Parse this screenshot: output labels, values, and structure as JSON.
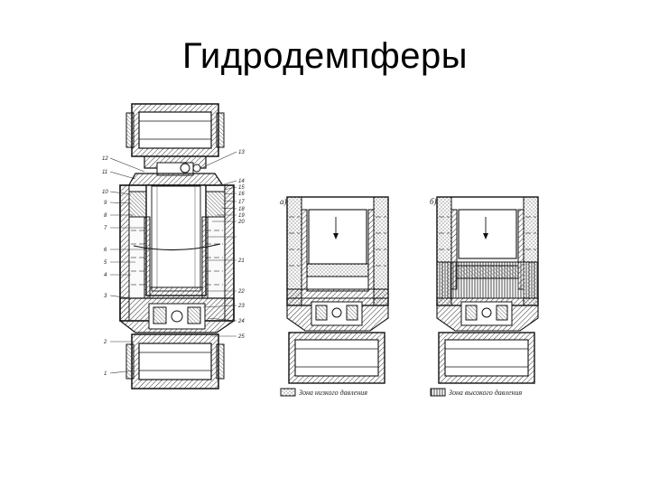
{
  "slide": {
    "title": "Гидродемпферы"
  },
  "diagram": {
    "left_labels": [
      "12",
      "11",
      "10",
      "9",
      "8",
      "7",
      "6",
      "5",
      "4",
      "3",
      "2",
      "1"
    ],
    "right_labels": [
      "13",
      "14",
      "15",
      "16",
      "17",
      "18",
      "19",
      "20",
      "21",
      "22",
      "23",
      "24",
      "25"
    ],
    "sub_a": "а)",
    "sub_b": "б)",
    "legend_a": "Зона низкого давления",
    "legend_b": "Зона высокого давления"
  }
}
